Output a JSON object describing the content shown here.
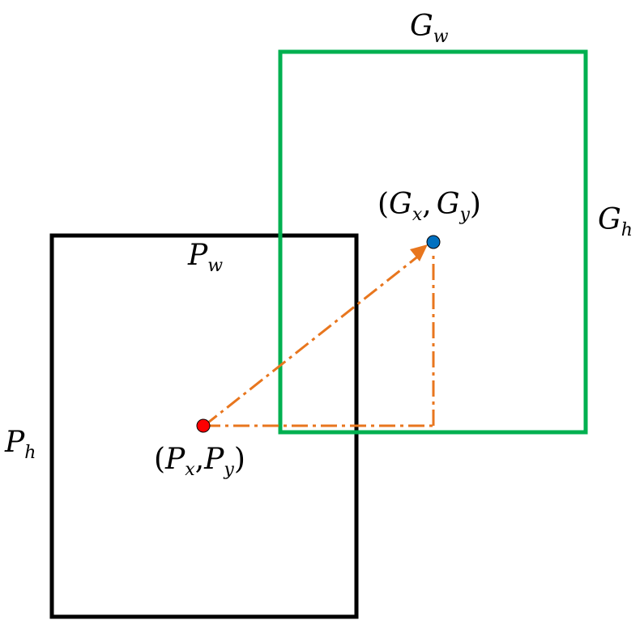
{
  "colors": {
    "prediction_box": "#000000",
    "ground_truth_box": "#00b050",
    "prediction_center": "#ff0000",
    "ground_truth_center": "#0070c0",
    "offset_arrow": "#e8761e"
  },
  "labels": {
    "gt_width": {
      "base": "G",
      "sub": "w"
    },
    "gt_height": {
      "base": "G",
      "sub": "h"
    },
    "gt_center": {
      "open": "(",
      "x_base": "G",
      "x_sub": "x",
      "sep": ",",
      "y_base": "G",
      "y_sub": "y",
      "close": ")"
    },
    "pred_width": {
      "base": "P",
      "sub": "w"
    },
    "pred_height": {
      "base": "P",
      "sub": "h"
    },
    "pred_center": {
      "open": "(",
      "x_base": "P",
      "x_sub": "x",
      "sep": ",",
      "y_base": "P",
      "y_sub": "y",
      "close": ")"
    }
  },
  "icons": {
    "prediction_center": "red-dot-icon",
    "ground_truth_center": "blue-dot-icon",
    "offset_arrow": "dash-dot-arrow-icon"
  }
}
